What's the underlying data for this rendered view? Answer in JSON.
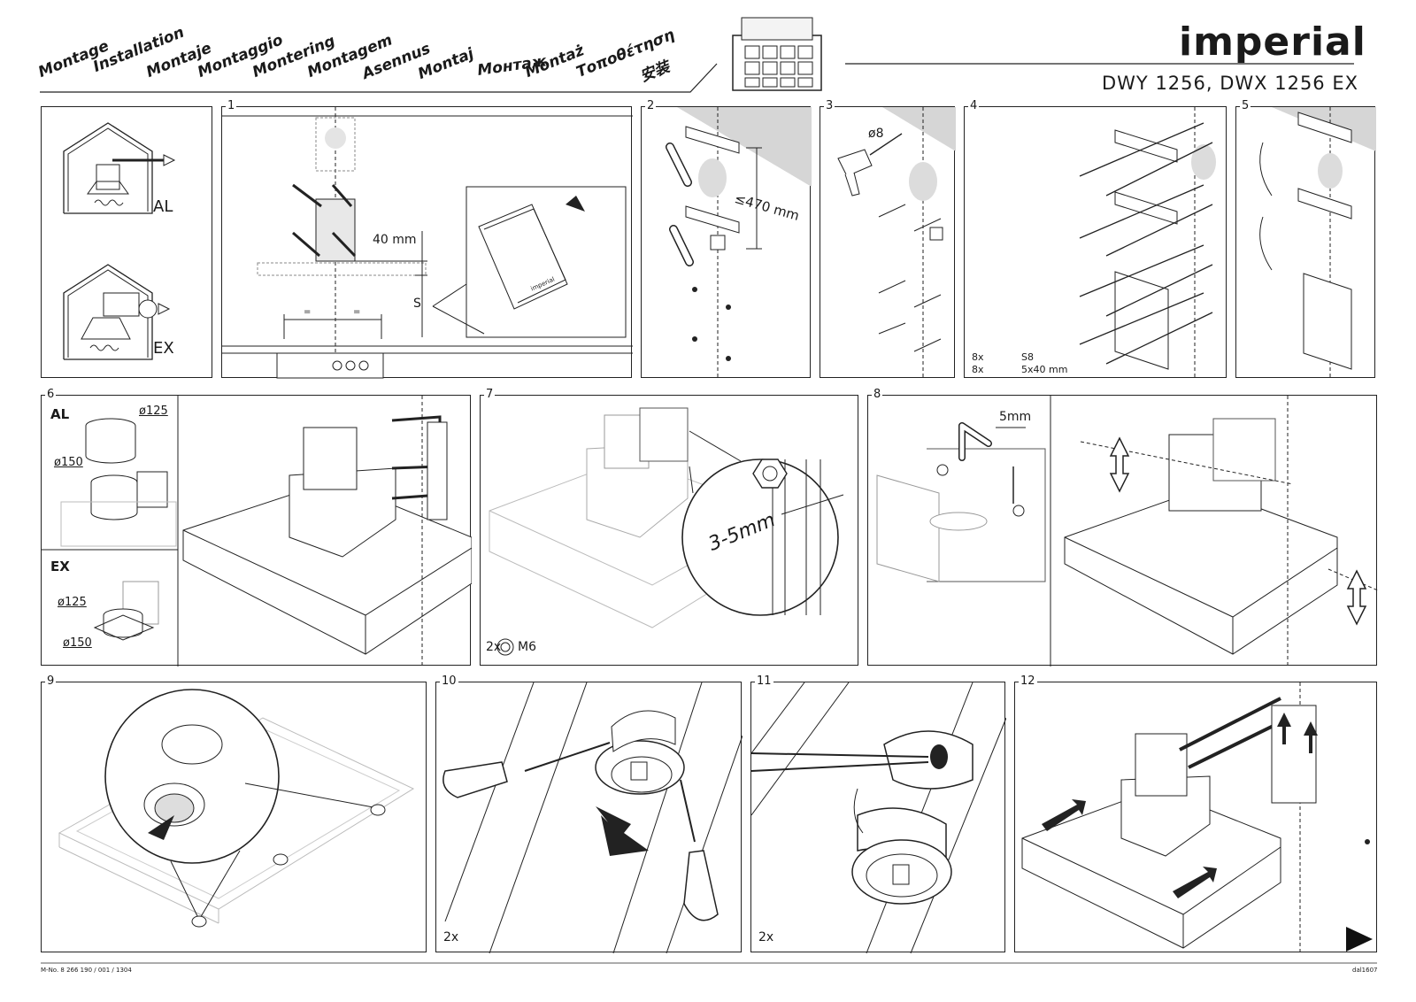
{
  "header": {
    "languages": [
      "Montage",
      "Installation",
      "Montaje",
      "Montaggio",
      "Montering",
      "Montagem",
      "Asennus",
      "Montaj",
      "Монтаж",
      "Montaż",
      "Τοποθέτηση",
      "安装"
    ],
    "brand": "imperial",
    "models": "DWY 1256, DWX 1256 EX"
  },
  "panels": {
    "p0": {
      "al": "AL",
      "ex": "EX"
    },
    "p1": {
      "num": "1",
      "dim_40": "40 mm",
      "dim_s": "S",
      "eq1": "=",
      "eq2": "=",
      "booklet_brand": "imperial"
    },
    "p2": {
      "num": "2",
      "dim": "≤470 mm"
    },
    "p3": {
      "num": "3",
      "drill": "ø8"
    },
    "p4": {
      "num": "4",
      "qty1": "8x",
      "part1": "S8",
      "qty2": "8x",
      "part2": "5x40 mm"
    },
    "p5": {
      "num": "5"
    },
    "p6": {
      "num": "6",
      "al": "AL",
      "al_d1": "ø125",
      "al_d2": "ø150",
      "ex": "EX",
      "ex_d1": "ø125",
      "ex_d2": "ø150"
    },
    "p7": {
      "num": "7",
      "gap": "3-5mm",
      "qty": "2x",
      "nut": "M6"
    },
    "p8": {
      "num": "8",
      "key": "5mm"
    },
    "p9": {
      "num": "9"
    },
    "p10": {
      "num": "10",
      "qty": "2x"
    },
    "p11": {
      "num": "11",
      "qty": "2x"
    },
    "p12": {
      "num": "12"
    }
  },
  "footer": {
    "doc_no": "M-No. 8 266 190 / 001 / 1304",
    "code": "dal1607"
  }
}
